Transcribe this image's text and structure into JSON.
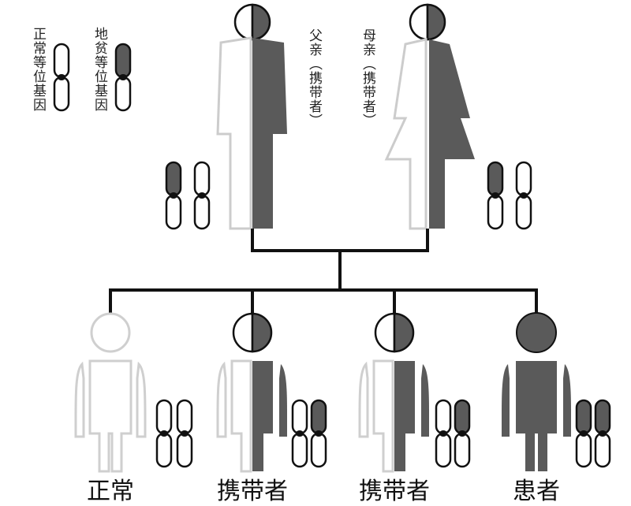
{
  "legend": {
    "normal_allele": "正常等位基因",
    "anemia_allele": "地贫等位基因"
  },
  "parents": {
    "father": "父亲（携带者）",
    "mother": "母亲（携带者）"
  },
  "children": [
    "正常",
    "携带者",
    "携带者",
    "患者"
  ],
  "colors": {
    "affected": "#5a5a5a",
    "outline": "#111111",
    "background": "#ffffff"
  }
}
